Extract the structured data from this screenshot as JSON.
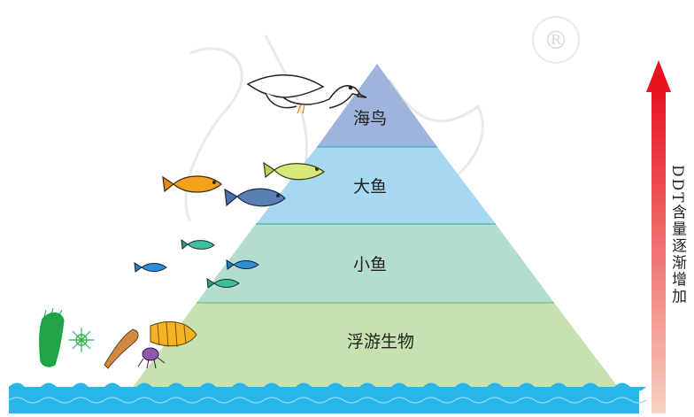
{
  "pyramid": {
    "levels": [
      {
        "label": "海鸟",
        "color": "#9fb4dc"
      },
      {
        "label": "大鱼",
        "color": "#a6d8f2"
      },
      {
        "label": "小鱼",
        "color": "#b2ddd0"
      },
      {
        "label": "浮游生物",
        "color": "#c5e2b0"
      }
    ]
  },
  "arrow": {
    "label": "DDT含量逐渐增加",
    "color_top": "#e8121e",
    "color_bottom": "#f6c6b4"
  },
  "water": {
    "color": "#29b6ea"
  },
  "watermark": {
    "symbol": "®"
  }
}
